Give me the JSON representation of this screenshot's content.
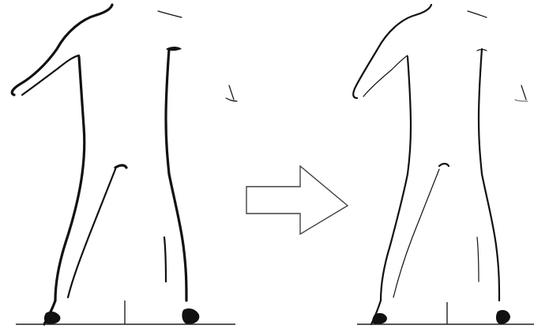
{
  "figure": {
    "panels": [
      {
        "id": "left",
        "subject": "human-body-silhouette-outline",
        "edge_weight": "heavy"
      },
      {
        "id": "right",
        "subject": "human-body-silhouette-outline",
        "edge_weight": "light"
      }
    ],
    "connector": {
      "type": "arrow",
      "direction": "right"
    }
  },
  "colors": {
    "background": "#ffffff",
    "ink": "#111111",
    "arrow_fill": "#ffffff",
    "arrow_stroke": "#444444"
  }
}
